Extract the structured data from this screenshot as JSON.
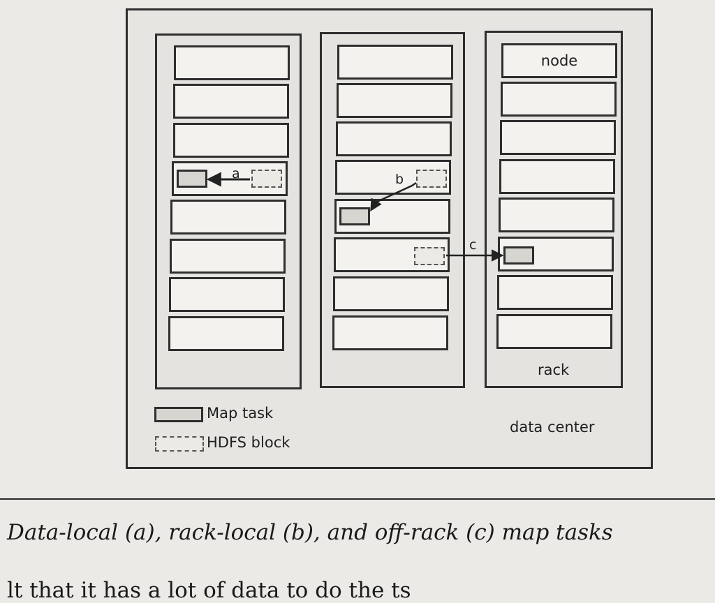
{
  "diagram": {
    "node_label": "node",
    "rack_label": "rack",
    "datacenter_label": "data center",
    "arrow_labels": {
      "a": "a",
      "b": "b",
      "c": "c"
    }
  },
  "legend": {
    "map_task": "Map task",
    "hdfs_block": "HDFS block"
  },
  "caption": "Data-local (a), rack-local (b), and off-rack (c) map tasks",
  "next_text_fragment": "lt that it has a lot of data to do  the   ts"
}
